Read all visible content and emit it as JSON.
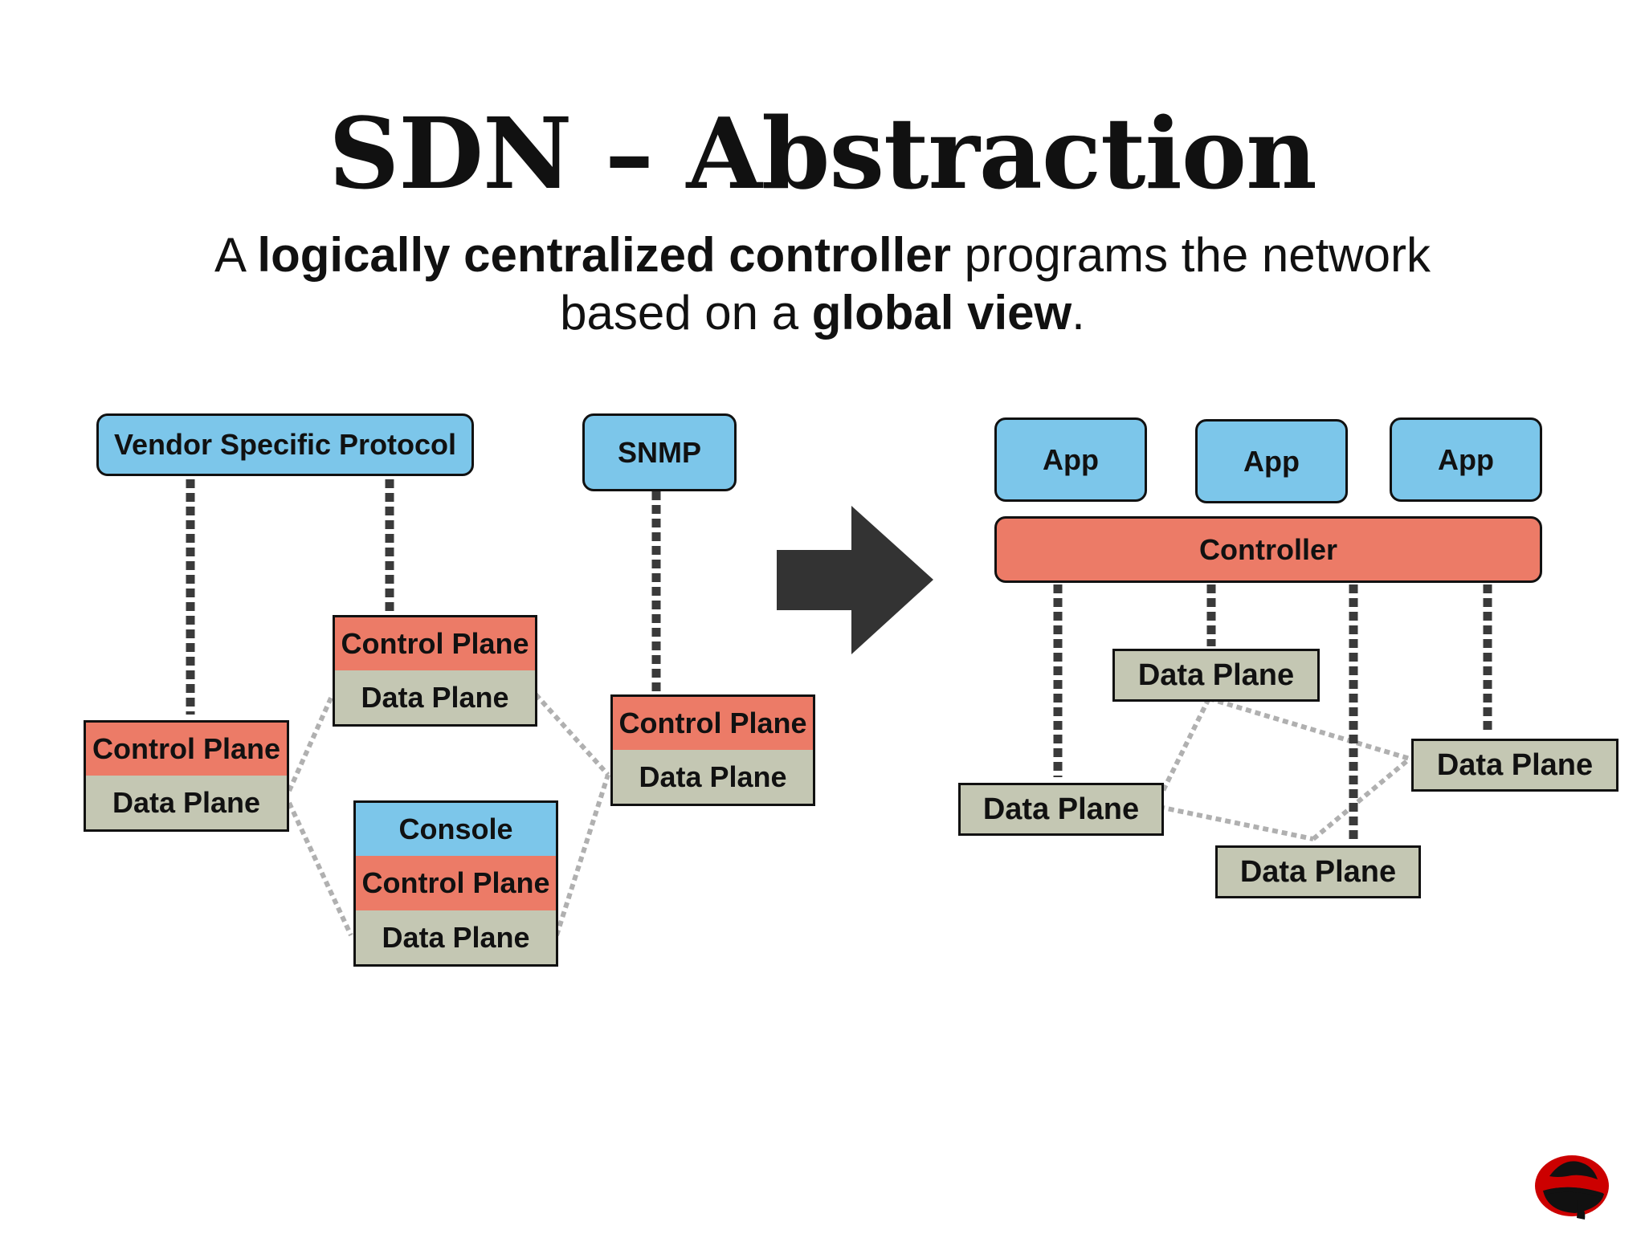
{
  "slide": {
    "title": "SDN – Abstraction",
    "subtitle": {
      "pre": "A ",
      "bold1": "logically centralized controller",
      "mid": " programs the network",
      "line2_pre": "based on a ",
      "bold2": "global view",
      "end": "."
    }
  },
  "left": {
    "vendor_protocol": "Vendor Specific Protocol",
    "snmp": "SNMP",
    "router_a": {
      "control": "Control Plane",
      "data": "Data Plane"
    },
    "router_b": {
      "control": "Control Plane",
      "data": "Data Plane"
    },
    "router_c": {
      "console": "Console",
      "control": "Control Plane",
      "data": "Data Plane"
    },
    "router_d": {
      "control": "Control Plane",
      "data": "Data Plane"
    }
  },
  "right": {
    "apps": [
      "App",
      "App",
      "App"
    ],
    "controller": "Controller",
    "data_planes": [
      "Data Plane",
      "Data Plane",
      "Data Plane",
      "Data Plane"
    ]
  },
  "colors": {
    "blue": "#7cc6ea",
    "control_plane": "#ec7b67",
    "data_plane": "#c4c7b3",
    "arrow": "#333333",
    "logo_red": "#cc0000"
  }
}
